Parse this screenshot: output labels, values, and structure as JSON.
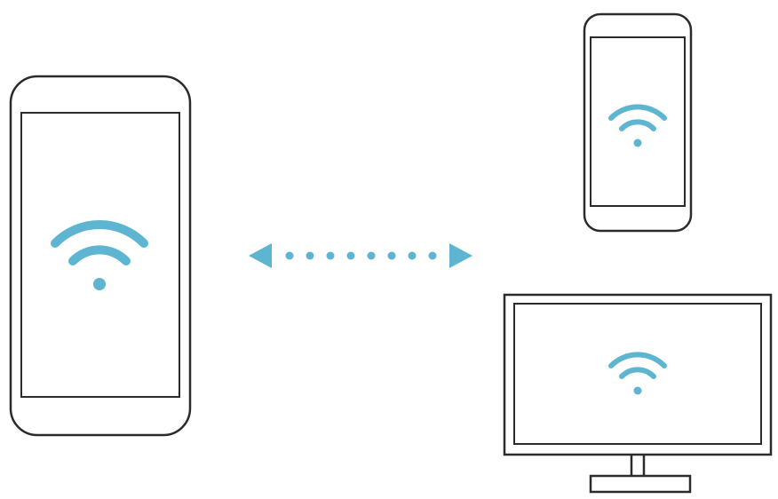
{
  "colors": {
    "outline": "#2b2b2b",
    "wifi": "#5db5d1",
    "arrow": "#5db5d1",
    "background": "#ffffff"
  },
  "devices": [
    {
      "name": "large-phone",
      "type": "phone",
      "icon": "wifi-icon"
    },
    {
      "name": "small-phone",
      "type": "phone",
      "icon": "wifi-icon"
    },
    {
      "name": "monitor",
      "type": "monitor",
      "icon": "wifi-icon"
    }
  ],
  "connector": {
    "icon": "double-arrow-dotted",
    "dot_count": 8
  }
}
